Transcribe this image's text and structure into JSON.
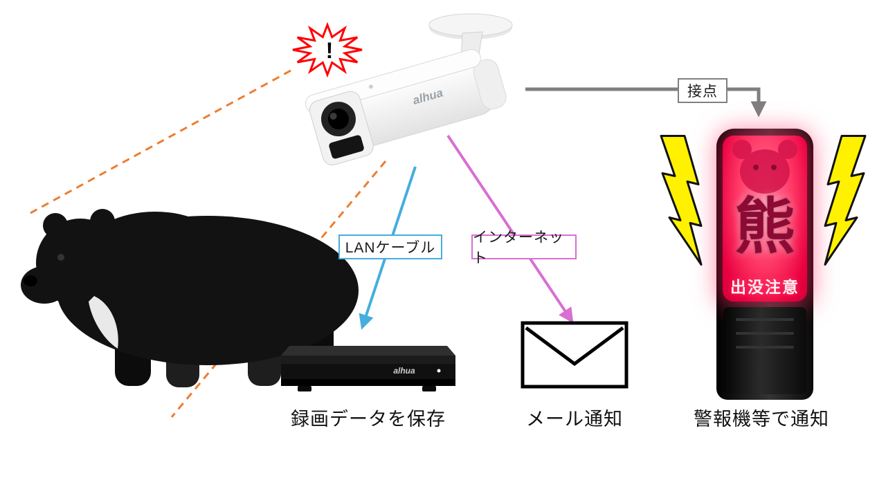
{
  "camera": {
    "brand": "alhua",
    "alert_mark": "!"
  },
  "recorder": {
    "brand": "alhua",
    "caption": "録画データを保存"
  },
  "email": {
    "caption": "メール通知"
  },
  "alarm": {
    "caption": "警報機等で通知",
    "bear_kanji": "熊",
    "caution_text": "出没注意",
    "glow_color": "#FF2D60",
    "lightning_color": "#FFF100"
  },
  "connections": {
    "lan": {
      "label": "LANケーブル",
      "color": "#45AEDD"
    },
    "internet": {
      "label": "インターネット",
      "color": "#D96FD2"
    },
    "contact": {
      "label": "接点",
      "color": "#7F7F7F"
    },
    "detection": {
      "color": "#ED7D31"
    }
  },
  "alert": {
    "burst_color": "#FF0000"
  }
}
